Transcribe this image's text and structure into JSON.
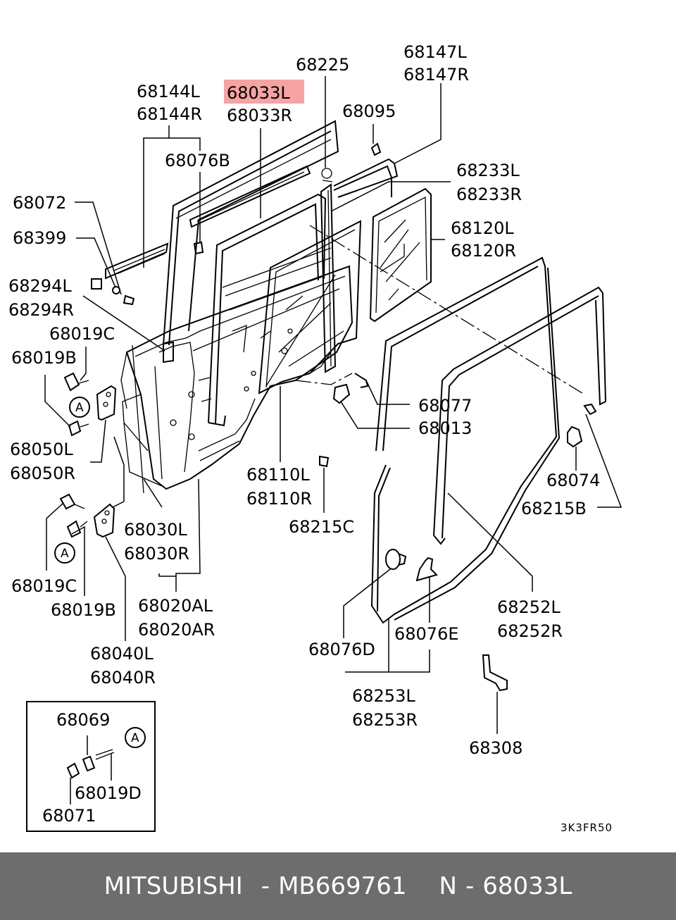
{
  "highlight_color": "#f5a3a3",
  "footer_bg": "#6d6d6d",
  "labels": {
    "l68147L": "68147L",
    "l68147R": "68147R",
    "l68225": "68225",
    "l68033L": "68033L",
    "l68033R": "68033R",
    "l68144L": "68144L",
    "l68144R": "68144R",
    "l68095": "68095",
    "l68076B": "68076B",
    "l68233L": "68233L",
    "l68233R": "68233R",
    "l68072": "68072",
    "l68120L": "68120L",
    "l68120R": "68120R",
    "l68399": "68399",
    "l68294L": "68294L",
    "l68294R": "68294R",
    "l68019C_top": "68019C",
    "l68019B_top": "68019B",
    "l68077": "68077",
    "l68013": "68013",
    "l68050L": "68050L",
    "l68050R": "68050R",
    "l68110L": "68110L",
    "l68110R": "68110R",
    "l68074": "68074",
    "l68215B": "68215B",
    "l68030L": "68030L",
    "l68030R": "68030R",
    "l68215C": "68215C",
    "l68019C_bot": "68019C",
    "l68019B_bot": "68019B",
    "l68020AL": "68020AL",
    "l68020AR": "68020AR",
    "l68252L": "68252L",
    "l68252R": "68252R",
    "l68076E": "68076E",
    "l68076D": "68076D",
    "l68040L": "68040L",
    "l68040R": "68040R",
    "l68253L": "68253L",
    "l68253R": "68253R",
    "l68069": "68069",
    "l68308": "68308",
    "l68019D": "68019D",
    "l68071": "68071",
    "circleA": "A",
    "code": "3K3FR50"
  },
  "footer": {
    "brand": "MITSUBISHI",
    "dash": "-",
    "part_number": "MB669761",
    "ref_prefix": "N",
    "ref_dash": "-",
    "ref_code": "68033L"
  }
}
